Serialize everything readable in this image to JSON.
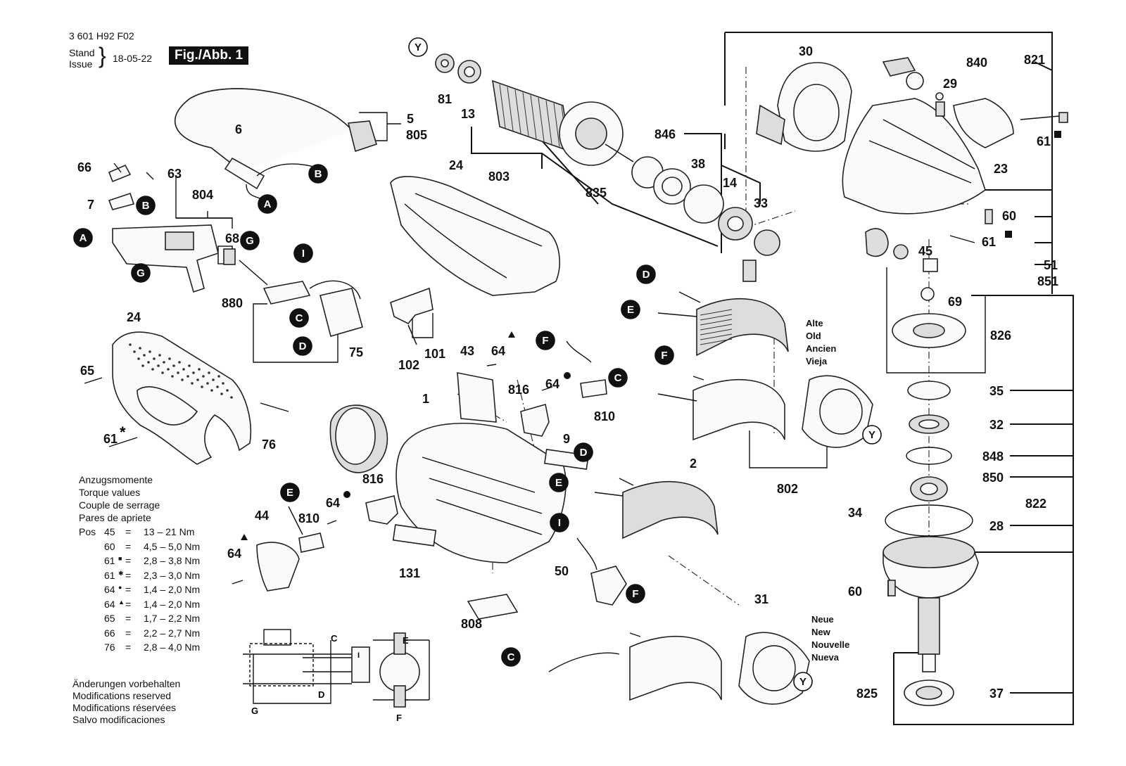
{
  "header": {
    "doc_number": "3 601 H92 F02",
    "stand": "Stand",
    "issue": "Issue",
    "date": "18-05-22",
    "figure": "Fig./Abb. 1"
  },
  "torque": {
    "title_de": "Anzugsmomente",
    "title_en": "Torque values",
    "title_fr": "Couple de serrage",
    "title_es": "Pares de apriete",
    "pos_label": "Pos",
    "rows": [
      {
        "pos": "45",
        "sym": "",
        "val": "13 – 21 Nm"
      },
      {
        "pos": "60",
        "sym": "",
        "val": "4,5 – 5,0 Nm"
      },
      {
        "pos": "61",
        "sym": "■",
        "val": "2,8 – 3,8 Nm"
      },
      {
        "pos": "61",
        "sym": "✱",
        "val": "2,3 – 3,0 Nm"
      },
      {
        "pos": "64",
        "sym": "●",
        "val": "1,4 – 2,0 Nm"
      },
      {
        "pos": "64",
        "sym": "▲",
        "val": "1,4 – 2,0 Nm"
      },
      {
        "pos": "65",
        "sym": "",
        "val": "1,7 – 2,2 Nm"
      },
      {
        "pos": "66",
        "sym": "",
        "val": "2,2 – 2,7 Nm"
      },
      {
        "pos": "76",
        "sym": "",
        "val": "2,8 – 4,0 Nm"
      }
    ]
  },
  "notes": {
    "de": "Änderungen vorbehalten",
    "en": "Modifications reserved",
    "fr": "Modifications réservées",
    "es": "Salvo modificaciones"
  },
  "variants": {
    "old": [
      "Alte",
      "Old",
      "Ancien",
      "Vieja"
    ],
    "new": [
      "Neue",
      "New",
      "Nouvelle",
      "Nueva"
    ]
  },
  "callouts": {
    "p5": "5",
    "p805": "805",
    "p6": "6",
    "p66": "66",
    "p63": "63",
    "p804": "804",
    "p7": "7",
    "p68": "68",
    "p880": "880",
    "p24a": "24",
    "p24b": "24",
    "p65": "65",
    "p61s": "61",
    "p76": "76",
    "p75": "75",
    "p81": "81",
    "p13": "13",
    "p803": "803",
    "p835": "835",
    "p102": "102",
    "p101": "101",
    "p43": "43",
    "p64t": "64",
    "p64d": "64",
    "p816a": "816",
    "p816b": "816",
    "p810a": "810",
    "p810b": "810",
    "p9": "9",
    "p1": "1",
    "p44": "44",
    "p64b": "64",
    "p64c": "64",
    "p131": "131",
    "p808": "808",
    "p50": "50",
    "p2": "2",
    "p802": "802",
    "p31": "31",
    "p30": "30",
    "p846": "846",
    "p38": "38",
    "p14": "14",
    "p33": "33",
    "p840": "840",
    "p821": "821",
    "p29": "29",
    "p23": "23",
    "p61a": "61",
    "p60a": "60",
    "p61b": "61",
    "p45": "45",
    "p51": "51",
    "p851": "851",
    "p69": "69",
    "p826": "826",
    "p35": "35",
    "p32": "32",
    "p848": "848",
    "p850": "850",
    "p34": "34",
    "p28": "28",
    "p822": "822",
    "p60b": "60",
    "p825": "825",
    "p37": "37"
  },
  "markers": {
    "A": "A",
    "B": "B",
    "C": "C",
    "D": "D",
    "E": "E",
    "F": "F",
    "G": "G",
    "I": "I",
    "Y": "Y"
  },
  "schematic": {
    "C": "C",
    "D": "D",
    "E": "E",
    "F": "F",
    "G": "G",
    "I": "I"
  },
  "colors": {
    "ink": "#111111",
    "marker_fill": "#111111",
    "part_fill": "#fafafa"
  }
}
